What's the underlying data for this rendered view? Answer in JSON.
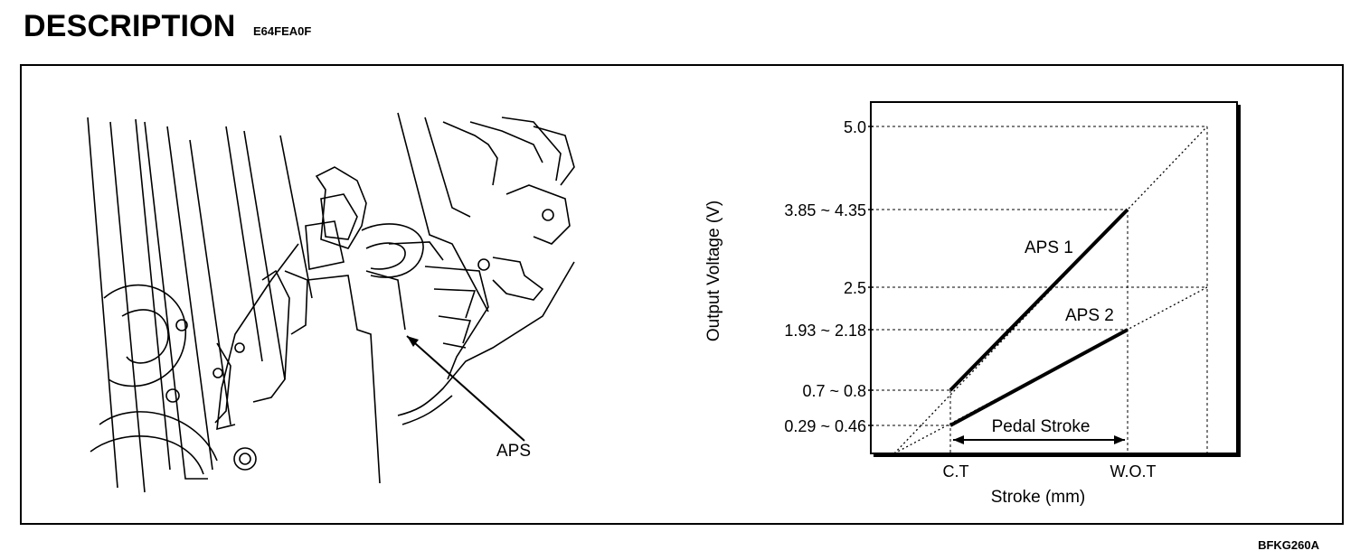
{
  "header": {
    "title": "DESCRIPTION",
    "code": "E64FEA0F"
  },
  "illustration": {
    "callout": "APS"
  },
  "figure_code": "BFKG260A",
  "chart_data": {
    "type": "line",
    "title": "",
    "xlabel": "Stroke (mm)",
    "ylabel": "Output Voltage (V)",
    "x_ticks": [
      "C.T",
      "W.O.T"
    ],
    "y_ticks": [
      "5.0",
      "3.85 ~ 4.35",
      "2.5",
      "1.93 ~ 2.18",
      "0.7 ~ 0.8",
      "0.29 ~ 0.46"
    ],
    "grid": false,
    "series": [
      {
        "name": "APS 1",
        "points": [
          [
            "C.T",
            0.75
          ],
          [
            "W.O.T",
            4.1
          ]
        ]
      },
      {
        "name": "APS 2",
        "points": [
          [
            "C.T",
            0.375
          ],
          [
            "W.O.T",
            2.05
          ]
        ]
      }
    ],
    "extensions": [
      {
        "series": "APS 1",
        "from": [
          0.0,
          0.0
        ],
        "to": [
          1.65,
          5.0
        ],
        "style": "dotted"
      },
      {
        "series": "APS 2",
        "from": [
          0.0,
          0.0
        ],
        "to": [
          1.65,
          2.5
        ],
        "style": "dotted"
      }
    ],
    "annotation": "Pedal Stroke"
  }
}
